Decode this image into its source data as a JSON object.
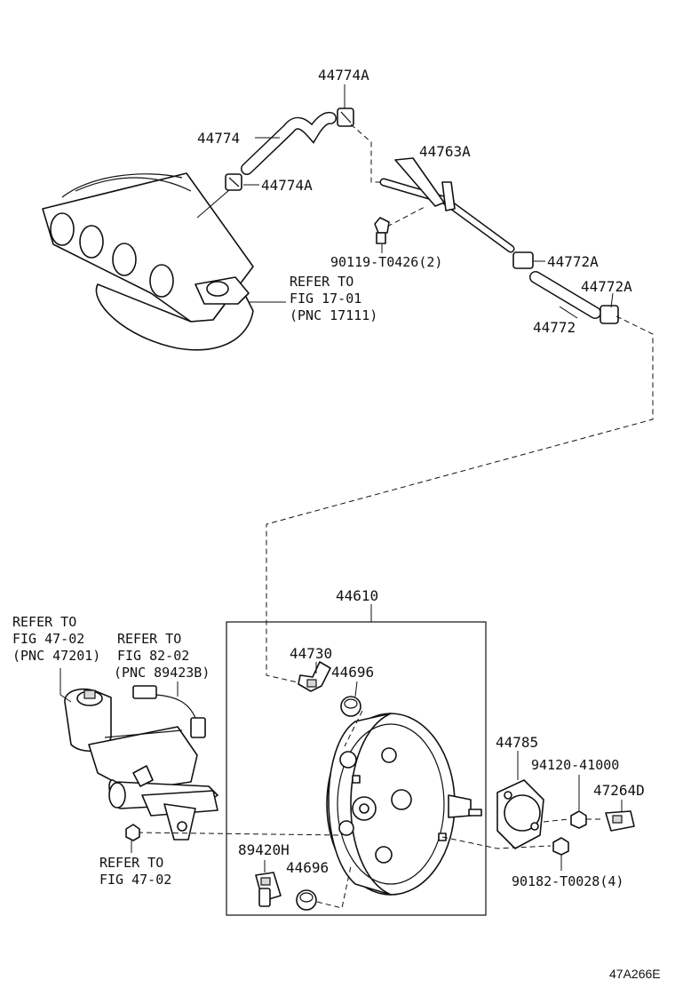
{
  "labels": {
    "p44774A_top": "44774A",
    "p44774": "44774",
    "p44774A_bottom": "44774A",
    "p44763A": "44763A",
    "p90119": "90119-T0426(2)",
    "p44772A_1": "44772A",
    "p44772A_2": "44772A",
    "p44772": "44772",
    "ref_17_line1": "REFER TO",
    "ref_17_line2": "FIG 17-01",
    "ref_17_line3": "(PNC 17111)",
    "p44610": "44610",
    "ref_47_line1": "REFER TO",
    "ref_47_line2": "FIG 47-02",
    "ref_47_line3": "(PNC 47201)",
    "ref_82_line1": "REFER TO",
    "ref_82_line2": "FIG 82-02",
    "ref_82_line3": "(PNC 89423B)",
    "p44730": "44730",
    "p44696_top": "44696",
    "p44785": "44785",
    "p94120": "94120-41000",
    "p47264D": "47264D",
    "p89420H": "89420H",
    "p44696_bottom": "44696",
    "p90182": "90182-T0028(4)",
    "ref_bottom_line1": "REFER TO",
    "ref_bottom_line2": "FIG 47-02",
    "figure_code": "47A266E"
  }
}
